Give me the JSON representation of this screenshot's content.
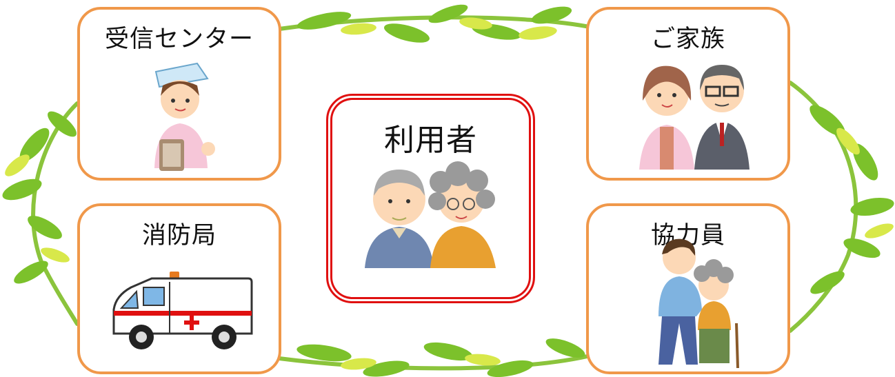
{
  "nodes": {
    "reception": {
      "label": "受信センター",
      "icon": "nurse-icon"
    },
    "family": {
      "label": "ご家族",
      "icon": "family-couple-icon"
    },
    "user": {
      "label": "利用者",
      "icon": "elderly-couple-icon"
    },
    "fire": {
      "label": "消防局",
      "icon": "ambulance-icon"
    },
    "helper": {
      "label": "協力員",
      "icon": "helper-with-elder-icon"
    }
  },
  "colors": {
    "card_border": "#f0984a",
    "center_border": "#e01010",
    "leaf_green": "#7cc12b",
    "leaf_yellow": "#d8e84a",
    "vine": "#8bc43c"
  }
}
